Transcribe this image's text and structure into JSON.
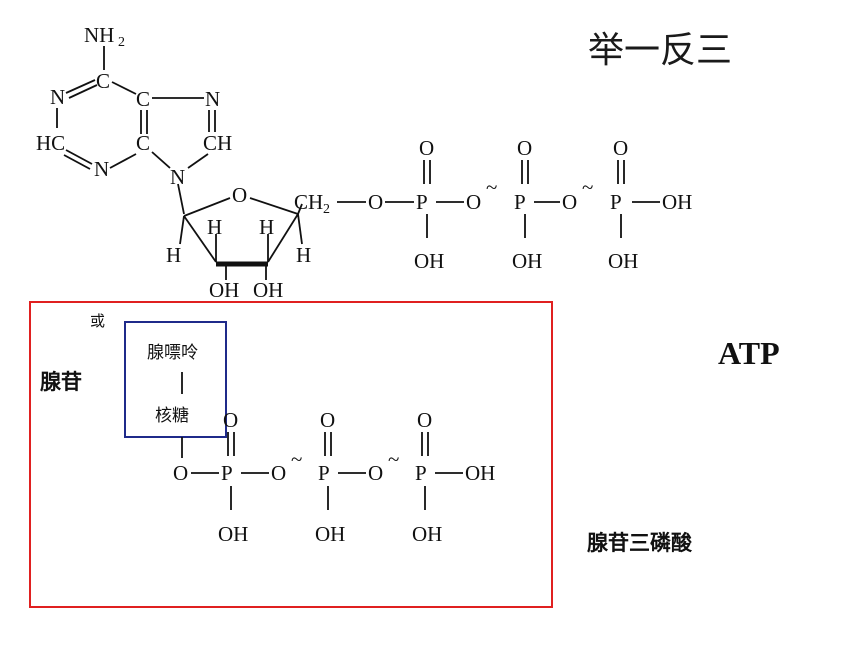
{
  "title": "举一反三",
  "atp_label": "ATP",
  "full_name": "腺苷三磷酸",
  "adenosine": "腺苷",
  "or_label": "或",
  "adenine": "腺嘌呤",
  "ribose": "核糖",
  "atoms": {
    "nh2": "NH",
    "nh2_sub": "2",
    "N": "N",
    "C": "C",
    "HC": "HC",
    "CH": "CH",
    "O": "O",
    "CH2": "CH",
    "CH2_sub": "2",
    "H": "H",
    "OH": "OH",
    "P": "P",
    "tilde": "~",
    "dash": "—",
    "O_dash": "O—"
  },
  "colors": {
    "red_box": "#e02020",
    "blue_box": "#1f2a8a"
  }
}
